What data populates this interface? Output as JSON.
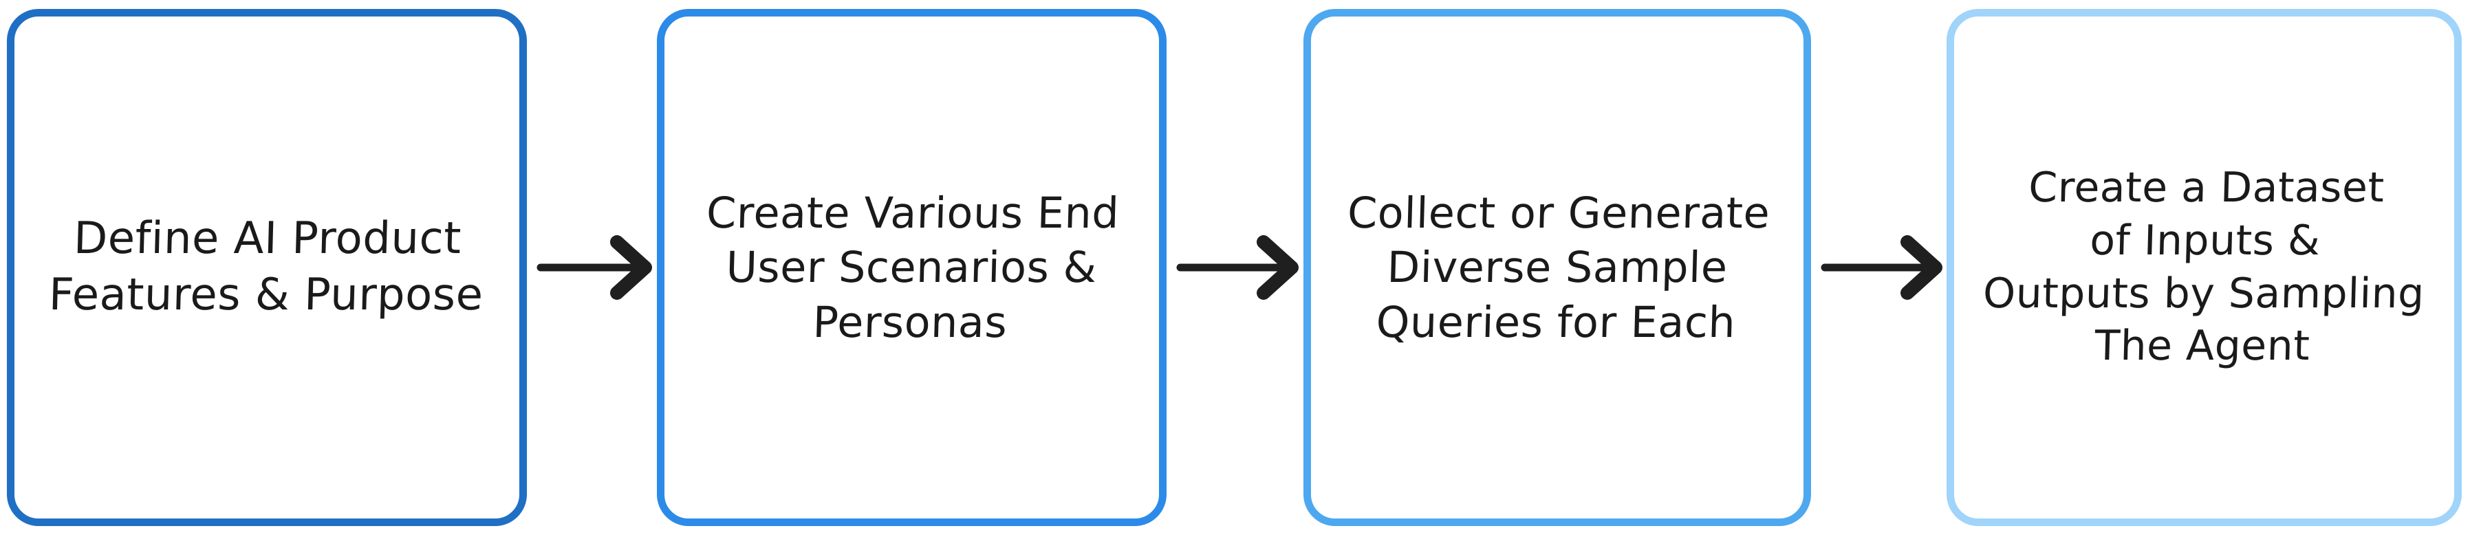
{
  "diagram": {
    "type": "flowchart",
    "orientation": "left-to-right",
    "background_color": "#ffffff",
    "nodes": [
      {
        "id": "node-1",
        "label": "Define AI Product\nFeatures & Purpose",
        "border_color": "#1f6fc4",
        "fill_color": "#ffffff",
        "text_color": "#1a1a1a"
      },
      {
        "id": "node-2",
        "label": "Create Various End\nUser Scenarios &\nPersonas",
        "border_color": "#2c8ae8",
        "fill_color": "#ffffff",
        "text_color": "#1a1a1a"
      },
      {
        "id": "node-3",
        "label": "Collect or Generate\nDiverse Sample\nQueries for Each",
        "border_color": "#4da8f0",
        "fill_color": "#ffffff",
        "text_color": "#1a1a1a"
      },
      {
        "id": "node-4",
        "label": "Create a Dataset\nof Inputs &\nOutputs by Sampling\nThe Agent",
        "border_color": "#a0d4fa",
        "fill_color": "#ffffff",
        "text_color": "#1a1a1a"
      }
    ],
    "edges": [
      {
        "id": "edge-1-2",
        "from": "node-1",
        "to": "node-2",
        "label": "",
        "color": "#1f1f1f",
        "arrowhead": "arrow-right-icon"
      },
      {
        "id": "edge-2-3",
        "from": "node-2",
        "to": "node-3",
        "label": "",
        "color": "#1f1f1f",
        "arrowhead": "arrow-right-icon"
      },
      {
        "id": "edge-3-4",
        "from": "node-3",
        "to": "node-4",
        "label": "",
        "color": "#1f1f1f",
        "arrowhead": "arrow-right-icon"
      }
    ]
  }
}
